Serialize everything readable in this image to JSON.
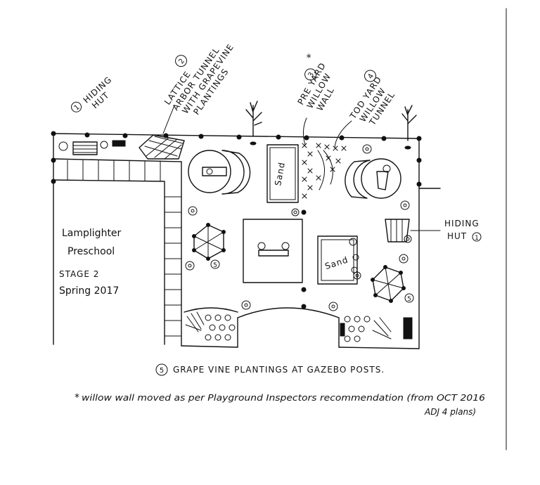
{
  "site": {
    "name": "Lamplighter",
    "name_line2": "Preschool",
    "stage": "STAGE 2",
    "season": "Spring 2017"
  },
  "callouts": [
    {
      "number": "1",
      "lines": [
        "HIDING",
        "HUT"
      ]
    },
    {
      "number": "2",
      "lines": [
        "LATTICE",
        "ARBOR TUNNEL",
        "WITH GRAPEVINE",
        "PLANTINGS"
      ]
    },
    {
      "number": "3",
      "star": "*",
      "lines": [
        "PRE YARD",
        "WILLOW",
        "WALL"
      ]
    },
    {
      "number": "4",
      "lines": [
        "TOD YARD",
        "WILLOW",
        "TUNNEL"
      ]
    },
    {
      "number": "1",
      "lines": [
        "HIDING",
        "HUT"
      ]
    }
  ],
  "sand_labels": [
    "Sand",
    "Sand"
  ],
  "gazebo_markers": [
    "5",
    "5"
  ],
  "legend": {
    "number": "5",
    "text": "GRAPE VINE PLANTINGS AT GAZEBO POSTS."
  },
  "footnote": {
    "star": "*",
    "text": "willow wall moved as per Playground Inspectors recommendation (from OCT 2016",
    "text_line2": "ADJ 4 plans)"
  }
}
